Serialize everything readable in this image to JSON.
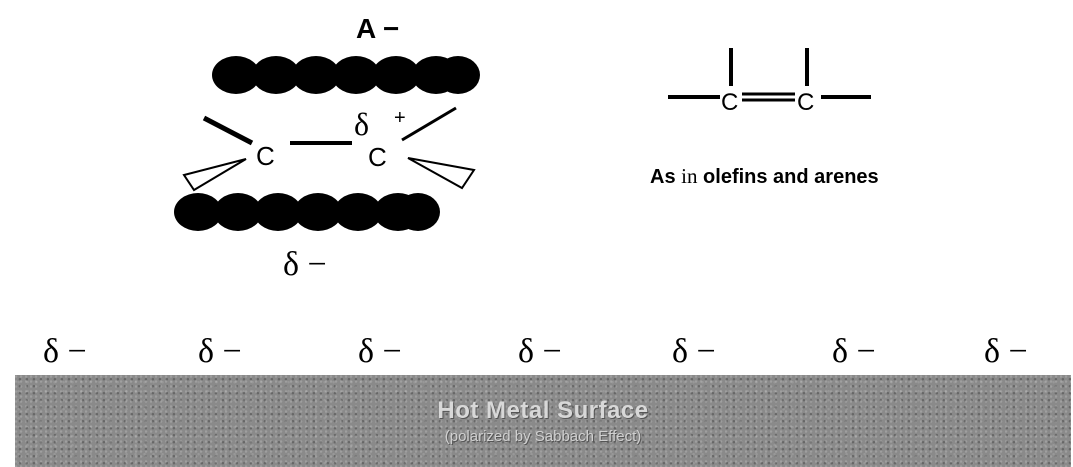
{
  "adsorbate": {
    "top_charge": "A −",
    "carbon_left": "C",
    "carbon_right": "C",
    "delta_plus": "δ",
    "plus_sign": "+",
    "bottom_charge": "δ −",
    "top_layer_atoms": 7,
    "bottom_layer_atoms": 7
  },
  "olefin": {
    "carbon_left": "C",
    "carbon_right": "C",
    "caption_prefix": "As",
    "caption_mid": "in",
    "caption_suffix": "olefins and arenes"
  },
  "surface_charges": [
    "δ −",
    "δ −",
    "δ −",
    "δ −",
    "δ −",
    "δ −",
    "δ −"
  ],
  "surface": {
    "title": "Hot Metal Surface",
    "subtitle": "(polarized by Sabbach Effect)"
  },
  "colors": {
    "ink": "#000000",
    "surface": "#8a8a8a",
    "surface_text": "#d8d8d8"
  }
}
